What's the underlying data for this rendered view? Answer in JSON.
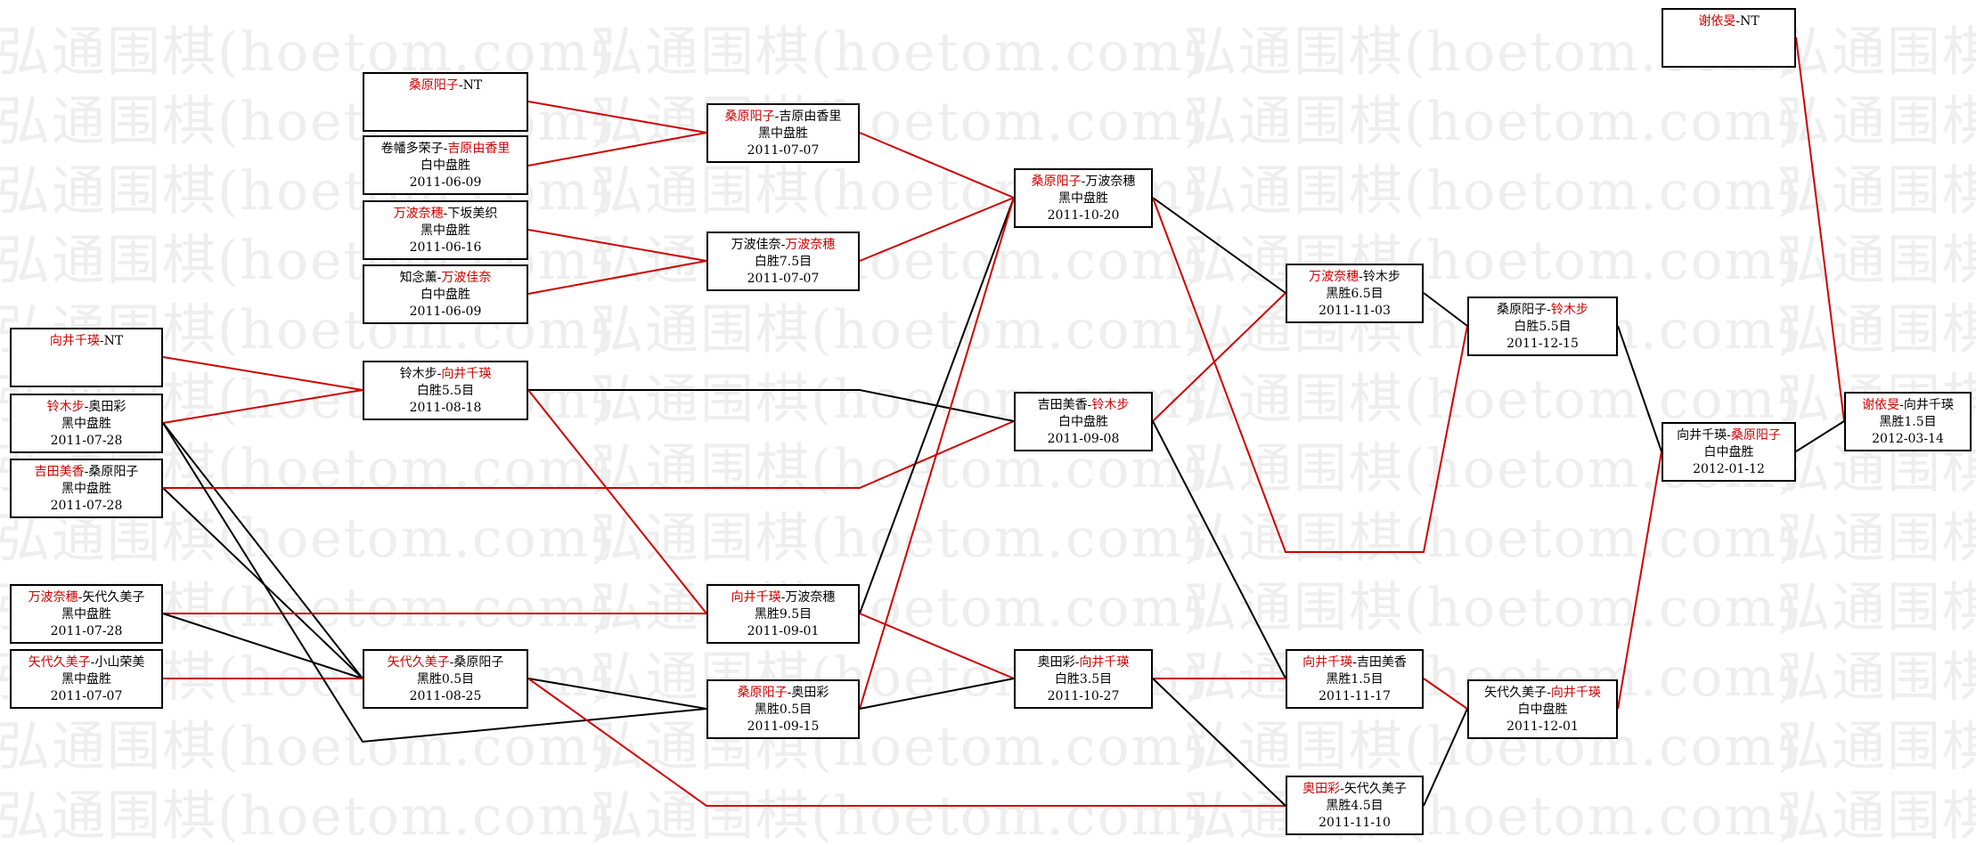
{
  "watermark": "弘通围棋(hoetom.com)",
  "colors": {
    "winner": "#d00000",
    "winning_line": "#d00000",
    "losing_line": "#000000"
  },
  "matches": {
    "r0_sangwon_nt": {
      "p1": "桑原阳子",
      "p2": "NT",
      "winner": 1,
      "result": "",
      "date": ""
    },
    "r0_kikimachi": {
      "p1": "卷幡多荣子",
      "p2": "吉原由香里",
      "winner": 2,
      "result": "白中盘胜",
      "date": "2011-06-09"
    },
    "r0_manba_shimo": {
      "p1": "万波奈穗",
      "p2": "下坂美织",
      "winner": 1,
      "result": "黑中盘胜",
      "date": "2011-06-16"
    },
    "r0_chinen_manba": {
      "p1": "知念薰",
      "p2": "万波佳奈",
      "winner": 2,
      "result": "白中盘胜",
      "date": "2011-06-09"
    },
    "r0_mukai_nt": {
      "p1": "向井千瑛",
      "p2": "NT",
      "winner": 1,
      "result": "",
      "date": ""
    },
    "r0_suzuki_okuda": {
      "p1": "铃木步",
      "p2": "奥田彩",
      "winner": 1,
      "result": "黑中盘胜",
      "date": "2011-07-28"
    },
    "r0_yoshida_kuwa": {
      "p1": "吉田美香",
      "p2": "桑原阳子",
      "winner": 1,
      "result": "黑中盘胜",
      "date": "2011-07-28"
    },
    "r0_manba_yashiro": {
      "p1": "万波奈穗",
      "p2": "矢代久美子",
      "winner": 1,
      "result": "黑中盘胜",
      "date": "2011-07-28"
    },
    "r0_yashiro_koyama": {
      "p1": "矢代久美子",
      "p2": "小山荣美",
      "winner": 1,
      "result": "黑中盘胜",
      "date": "2011-07-07"
    },
    "r1_kuwa_yoshi": {
      "p1": "桑原阳子",
      "p2": "吉原由香里",
      "winner": 1,
      "result": "黑中盘胜",
      "date": "2011-07-07"
    },
    "r1_manba_manba": {
      "p1": "万波佳奈",
      "p2": "万波奈穗",
      "winner": 2,
      "result": "白胜7.5目",
      "date": "2011-07-07"
    },
    "r1_suzuki_mukai": {
      "p1": "铃木步",
      "p2": "向井千瑛",
      "winner": 2,
      "result": "白胜5.5目",
      "date": "2011-08-18"
    },
    "r1_yashiro_kuwa": {
      "p1": "矢代久美子",
      "p2": "桑原阳子",
      "winner": 1,
      "result": "黑胜0.5目",
      "date": "2011-08-25"
    },
    "r2_mukai_manba": {
      "p1": "向井千瑛",
      "p2": "万波奈穗",
      "winner": 1,
      "result": "黑胜9.5目",
      "date": "2011-09-01"
    },
    "r2_kuwa_okuda": {
      "p1": "桑原阳子",
      "p2": "奥田彩",
      "winner": 1,
      "result": "黑胜0.5目",
      "date": "2011-09-15"
    },
    "r3_kuwa_manba": {
      "p1": "桑原阳子",
      "p2": "万波奈穗",
      "winner": 1,
      "result": "黑中盘胜",
      "date": "2011-10-20"
    },
    "r3_yoshida_suzuki": {
      "p1": "吉田美香",
      "p2": "铃木步",
      "winner": 2,
      "result": "白中盘胜",
      "date": "2011-09-08"
    },
    "r3_okuda_mukai": {
      "p1": "奥田彩",
      "p2": "向井千瑛",
      "winner": 2,
      "result": "白胜3.5目",
      "date": "2011-10-27"
    },
    "r4_manba_suzuki": {
      "p1": "万波奈穗",
      "p2": "铃木步",
      "winner": 1,
      "result": "黑胜6.5目",
      "date": "2011-11-03"
    },
    "r4_mukai_yoshida": {
      "p1": "向井千瑛",
      "p2": "吉田美香",
      "winner": 1,
      "result": "黑胜1.5目",
      "date": "2011-11-17"
    },
    "r4_okuda_yashiro": {
      "p1": "奥田彩",
      "p2": "矢代久美子",
      "winner": 1,
      "result": "黑胜4.5目",
      "date": "2011-11-10"
    },
    "r5_kuwa_suzuki": {
      "p1": "桑原阳子",
      "p2": "铃木步",
      "winner": 2,
      "result": "白胜5.5目",
      "date": "2011-12-15"
    },
    "r5_yashiro_mukai": {
      "p1": "矢代久美子",
      "p2": "向井千瑛",
      "winner": 2,
      "result": "白中盘胜",
      "date": "2011-12-01"
    },
    "r6_mukai_kuwa": {
      "p1": "向井千瑛",
      "p2": "桑原阳子",
      "winner": 2,
      "result": "白中盘胜",
      "date": "2012-01-12"
    },
    "r6_xie_nt": {
      "p1": "谢依旻",
      "p2": "NT",
      "winner": 1,
      "result": "",
      "date": ""
    },
    "r7_final": {
      "p1": "谢依旻",
      "p2": "向井千瑛",
      "winner": 1,
      "result": "黑胜1.5目",
      "date": "2012-03-14"
    }
  }
}
